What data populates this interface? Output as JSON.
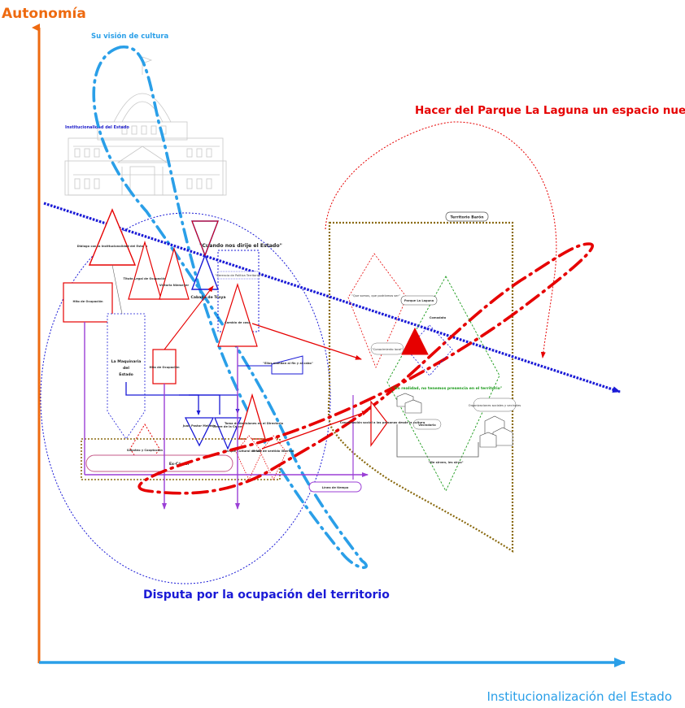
{
  "axes": {
    "y_label": "Autonomía",
    "x_label": "Institucionalización del Estado"
  },
  "titles": {
    "vision_cultura": "Su visión de cultura",
    "hacer_parque": "Hacer del Parque La Laguna un espacio nuestro",
    "disputa": "Disputa por la ocupación del territorio"
  },
  "labels": {
    "institucionalidad": "Institucionalidad del Estado",
    "territorio_baron": "Territorio Barón",
    "cuando_nos_dirije": "\"Cuando nos dirije el Estado\"",
    "gerencia": "\"Gerencia de Política Territorial\"",
    "caballo_troya": "Caballo de Troya",
    "cambio_casa": "Cambio de casa",
    "ellos_mandan": "\"Ellos mandan al fin y al cabo\"",
    "hito_ocupacion": "Hito de Ocupación",
    "dialogo": "Diálogo con la Institucionalidad del Estado",
    "tituto_legal": "Tituto Legal de Ocupación",
    "victoria": "Victoria Niemeyer",
    "maquinaria_1": "La Maquinaria",
    "maquinaria_2": "del",
    "maquinaria_3": "Estado",
    "hito_ocupacion2": "Hito de Ocupación",
    "juan_pastor": "Juan Pastor Melleda",
    "cierre": "Cierre de la Cárcel",
    "toma_decisiones": "Toma de decisiones en el Directorio",
    "saboteo": "Saboteo y Cooptación",
    "parque_cultural": "\"Parque Cultural de Valparaíso\"",
    "crisis": "Crisis de sentido libertad",
    "ex_carcel": "Ex-Cárcel",
    "linea_tiempo": "Línea de tiempo",
    "que_somos": "\"Que somos, que podríamos ser\"",
    "parque_laguna": "Parque La Laguna",
    "comodato": "Comodato",
    "conocimiento": "\"Conocimiento local\"",
    "en_realidad": "\"En realidad, no tenemos presencia en el territorio\"",
    "organizaciones": "Organizaciones sociales y vecinales",
    "vecindario": "Vecindario",
    "conversacion": "Conversación social a las personas desde la cultura",
    "me_sirven": "\"Me sirven, les sirvo\""
  },
  "colors": {
    "y_axis": "#ee6a10",
    "x_axis": "#2a9fe8",
    "state_line": "#1a1ad6",
    "red": "#e60000",
    "green": "#1a9a1a",
    "purple": "#9b3fd6",
    "brown": "#8a6a10"
  }
}
